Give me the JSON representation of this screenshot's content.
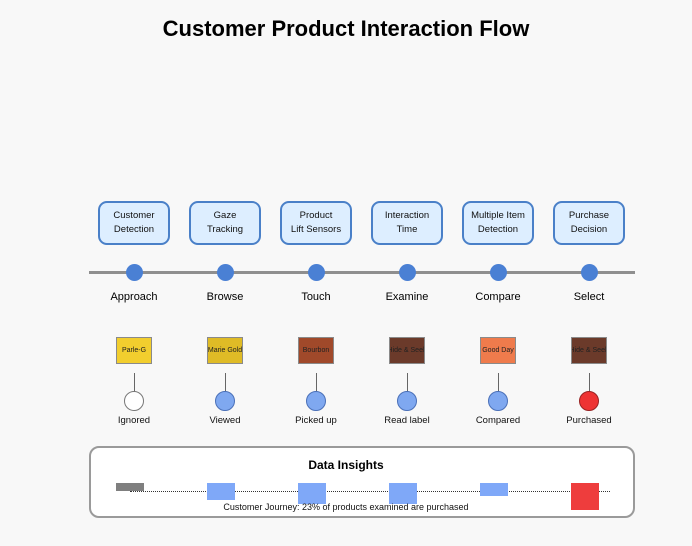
{
  "title": "Customer Product Interaction Flow",
  "stages": [
    {
      "line1": "Customer",
      "line2": "Detection",
      "label": "Approach",
      "product": "Parle-G",
      "product_color": "#f2ce2e",
      "outcome": "Ignored",
      "outcome_fill": "#ffffff",
      "outcome_stroke": "#777777"
    },
    {
      "line1": "Gaze",
      "line2": "Tracking",
      "label": "Browse",
      "product": "Marie Gold",
      "product_color": "#dfbb26",
      "outcome": "Viewed",
      "outcome_fill": "#7fa8f0",
      "outcome_stroke": "#4a70b8"
    },
    {
      "line1": "Product",
      "line2": "Lift Sensors",
      "label": "Touch",
      "product": "Bourbon",
      "product_color": "#a0492a",
      "outcome": "Picked up",
      "outcome_fill": "#7fa8f0",
      "outcome_stroke": "#4a70b8"
    },
    {
      "line1": "Interaction",
      "line2": "Time",
      "label": "Examine",
      "product": "Hide & Seek",
      "product_color": "#6b3a2a",
      "outcome": "Read label",
      "outcome_fill": "#7fa8f0",
      "outcome_stroke": "#4a70b8"
    },
    {
      "line1": "Multiple Item",
      "line2": "Detection",
      "label": "Compare",
      "product": "Good Day",
      "product_color": "#ef7b4c",
      "outcome": "Compared",
      "outcome_fill": "#7fa8f0",
      "outcome_stroke": "#4a70b8"
    },
    {
      "line1": "Purchase",
      "line2": "Decision",
      "label": "Select",
      "product": "Hide & Seek",
      "product_color": "#6b3a2a",
      "outcome": "Purchased",
      "outcome_fill": "#ee3333",
      "outcome_stroke": "#992222"
    }
  ],
  "insights": {
    "title": "Data Insights",
    "caption": "Customer Journey: 23% of products examined are purchased"
  },
  "colors": {
    "box_border": "#4a80c8",
    "box_fill": "#ddeeff",
    "node": "#4a80d4",
    "timeline": "#8f8f8f",
    "bar_gray": "#7f7f7f",
    "bar_blue": "#7fa8f8",
    "bar_red": "#ee3d3d"
  }
}
